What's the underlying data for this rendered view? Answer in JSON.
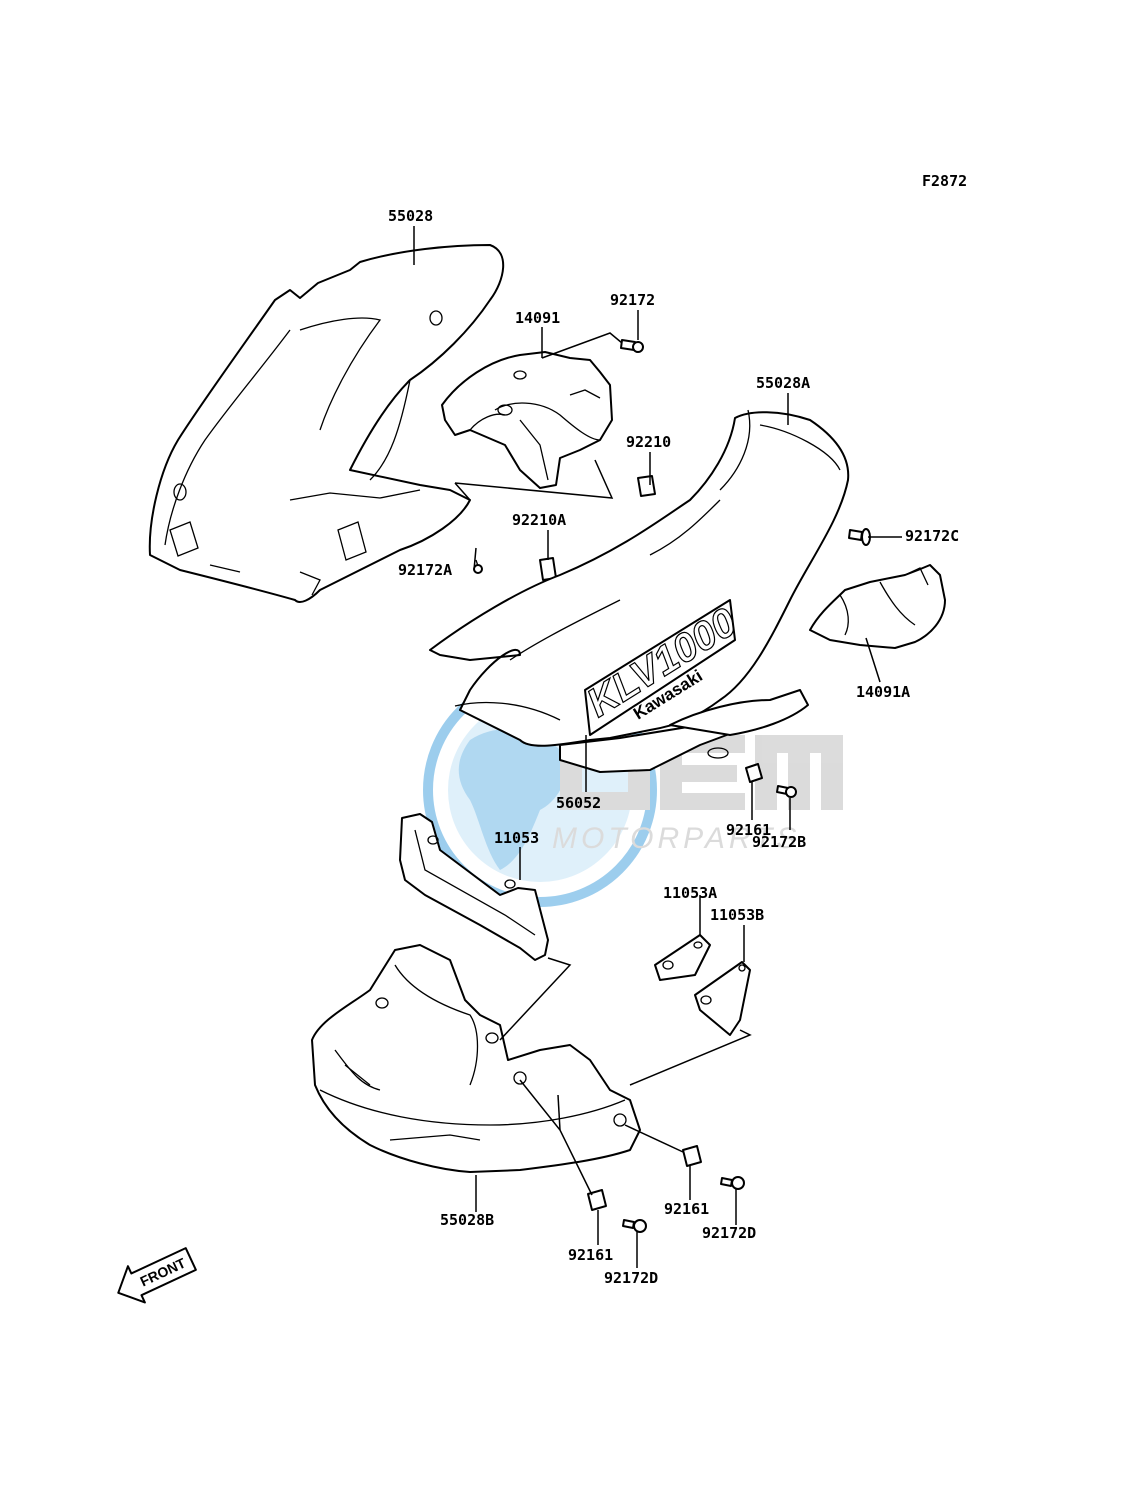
{
  "figure_code": "F2872",
  "watermark": {
    "brand": "OEM",
    "subtitle": "MOTORPARTS",
    "color": "#4da6e0",
    "grey": "#bfbfbf"
  },
  "decal": {
    "model": "KLV1000",
    "make": "Kawasaki"
  },
  "front_marker": "FRONT",
  "parts": {
    "p55028": "55028",
    "p92172": "92172",
    "p14091": "14091",
    "p55028A": "55028A",
    "p92210": "92210",
    "p92210A": "92210A",
    "p92172C": "92172C",
    "p92172A": "92172A",
    "p14091A": "14091A",
    "p56052": "56052",
    "p92161_upper": "92161",
    "p92172B": "92172B",
    "p11053": "11053",
    "p11053A": "11053A",
    "p11053B": "11053B",
    "p92161_right": "92161",
    "p92172D_right": "92172D",
    "p55028B": "55028B",
    "p92161_lower": "92161",
    "p92172D_lower": "92172D"
  }
}
